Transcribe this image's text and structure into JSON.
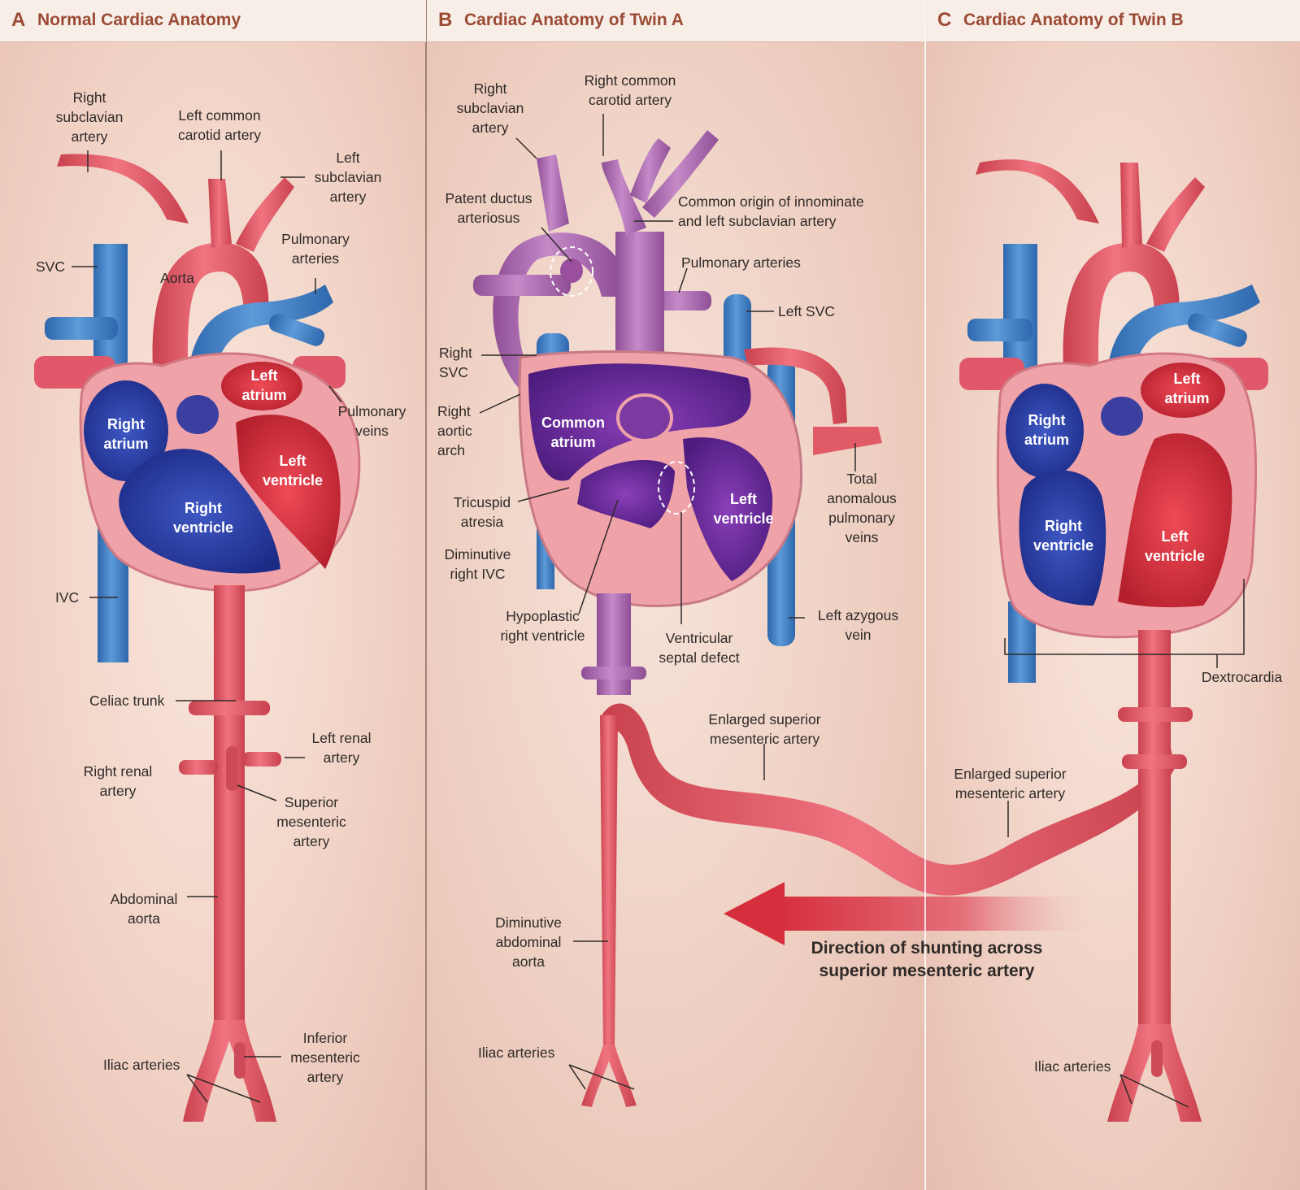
{
  "panels": [
    {
      "letter": "A",
      "title": "Normal Cardiac Anatomy"
    },
    {
      "letter": "B",
      "title": "Cardiac Anatomy of Twin A"
    },
    {
      "letter": "C",
      "title": "Cardiac Anatomy of Twin B"
    }
  ],
  "panel_a": {
    "right_subclavian": "Right\nsubclavian\nartery",
    "left_common_carotid": "Left common\ncarotid artery",
    "left_subclavian": "Left\nsubclavian\nartery",
    "svc": "SVC",
    "aorta": "Aorta",
    "pulmonary_arteries": "Pulmonary\narteries",
    "left_atrium": "Left\natrium",
    "pulmonary_veins": "Pulmonary\nveins",
    "right_atrium": "Right\natrium",
    "left_ventricle": "Left\nventricle",
    "right_ventricle": "Right\nventricle",
    "ivc": "IVC",
    "celiac_trunk": "Celiac trunk",
    "left_renal": "Left renal\nartery",
    "right_renal": "Right renal\nartery",
    "superior_mesenteric": "Superior\nmesenteric\nartery",
    "abdominal_aorta": "Abdominal\naorta",
    "iliac_arteries": "Iliac arteries",
    "inferior_mesenteric": "Inferior\nmesenteric\nartery"
  },
  "panel_b": {
    "right_subclavian": "Right\nsubclavian\nartery",
    "right_common_carotid": "Right common\ncarotid artery",
    "patent_ductus": "Patent ductus\narteriosus",
    "common_origin": "Common origin of innominate\nand left subclavian artery",
    "pulmonary_arteries": "Pulmonary arteries",
    "left_svc": "Left SVC",
    "right_svc": "Right\nSVC",
    "right_aortic_arch": "Right\naortic\narch",
    "common_atrium": "Common\natrium",
    "total_anomalous": "Total\nanomalous\npulmonary\nveins",
    "tricuspid_atresia": "Tricuspid\natresia",
    "left_ventricle": "Left\nventricle",
    "diminutive_ivc": "Diminutive\nright IVC",
    "hypoplastic_rv": "Hypoplastic\nright ventricle",
    "vsd": "Ventricular\nseptal defect",
    "left_azygous": "Left azygous\nvein",
    "enlarged_sma": "Enlarged superior\nmesenteric artery",
    "diminutive_aorta": "Diminutive\nabdominal\naorta",
    "iliac_arteries": "Iliac arteries"
  },
  "panel_c": {
    "left_atrium": "Left\natrium",
    "right_atrium": "Right\natrium",
    "right_ventricle": "Right\nventricle",
    "left_ventricle": "Left\nventricle",
    "dextrocardia": "Dextrocardia",
    "enlarged_sma": "Enlarged superior\nmesenteric artery",
    "iliac_arteries": "Iliac arteries"
  },
  "shunt_label": "Direction of shunting across\nsuperior mesenteric artery",
  "colors": {
    "artery": "#e45a66",
    "vein": "#3f7fc4",
    "mixed": "#b06ab0",
    "deoxygenated_chamber": "#2a3fa6",
    "oxygenated_chamber": "#d8323f",
    "mixed_chamber": "#6a2a9a",
    "myocardium": "#f0a2a9",
    "header_text": "#9b4a34",
    "shunt_arrow": "#d62e3c"
  }
}
